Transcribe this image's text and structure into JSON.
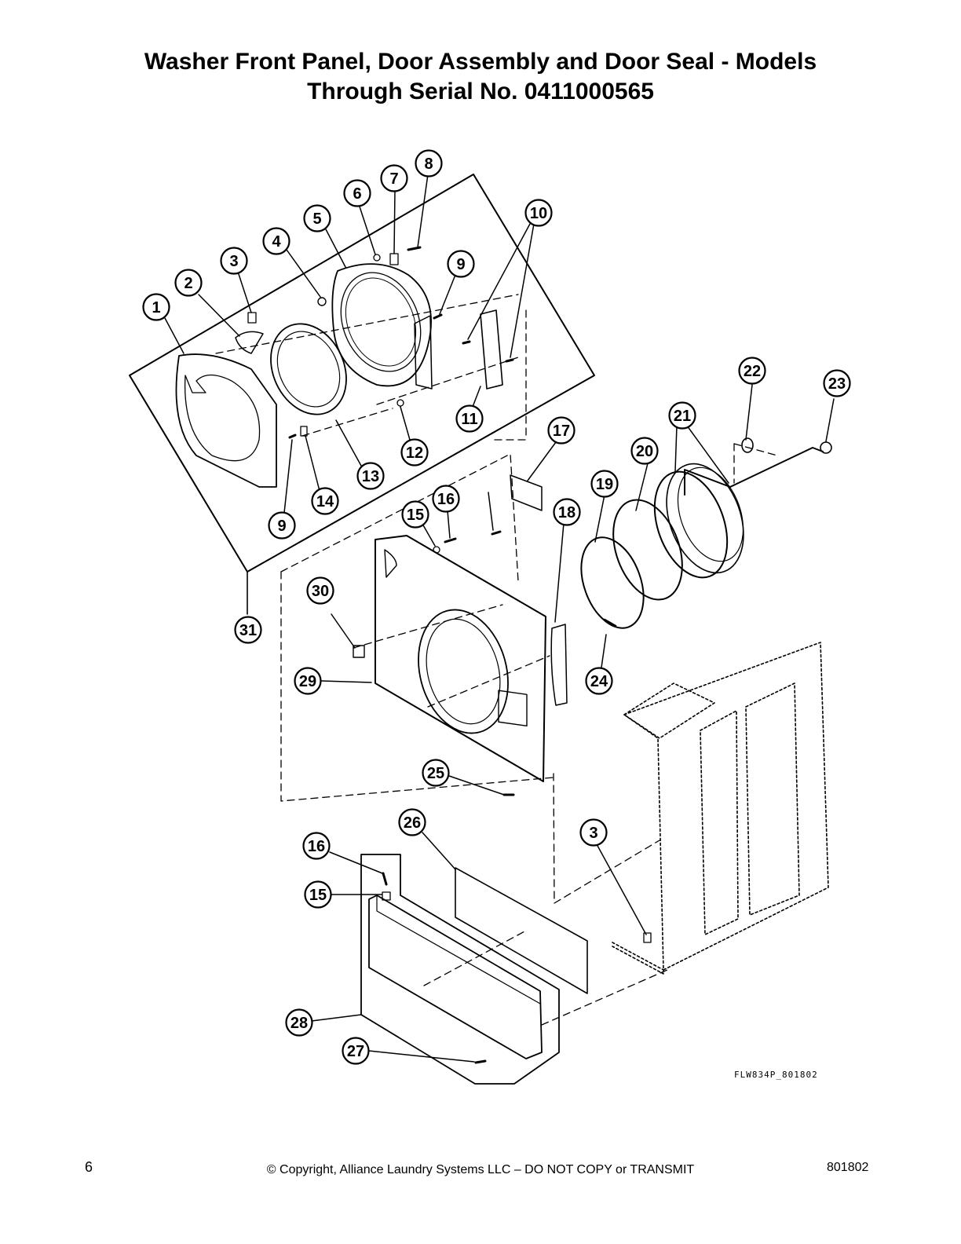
{
  "title_lines": [
    "Washer Front Panel, Door Assembly and Door Seal - Models",
    "Through Serial No. 0411000565"
  ],
  "callouts": [
    "1",
    "2",
    "3",
    "4",
    "5",
    "6",
    "7",
    "8",
    "9",
    "10",
    "11",
    "12",
    "13",
    "14",
    "9",
    "15",
    "16",
    "17",
    "18",
    "19",
    "20",
    "21",
    "22",
    "23",
    "24",
    "25",
    "26",
    "3",
    "16",
    "15",
    "27",
    "28",
    "29",
    "30",
    "31"
  ],
  "drawing_code": "FLW834P_801802",
  "footer": {
    "page_number": "6",
    "copyright": "© Copyright, Alliance Laundry Systems LLC – DO NOT COPY or TRANSMIT",
    "doc_number": "801802"
  }
}
